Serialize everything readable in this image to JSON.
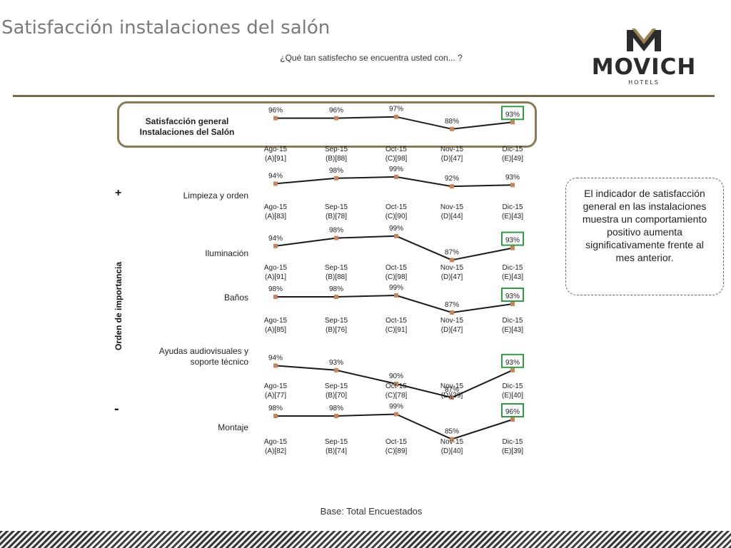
{
  "page": {
    "title": "Satisfacción instalaciones del salón",
    "subtitle": "¿Qué tan satisfecho se encuentra usted con... ?",
    "axis_label": "Orden de importancia",
    "plus": "+",
    "minus": "-",
    "callout": "El indicador de satisfacción general en las instalaciones muestra un comportamiento positivo aumenta significativamente frente al mes anterior.",
    "base_note": "Base: Total Encuestados"
  },
  "logo": {
    "brand": "MOVICH",
    "tagline": "HOTELS"
  },
  "colors": {
    "line": "#1a1a1a",
    "marker": "#c8855a",
    "highlight_box": "#2e9e3e",
    "frame": "#8b7a52",
    "rule": "#7a6a4a",
    "logo_gold": "#9a8250",
    "logo_dark": "#2b2b2b"
  },
  "chart_data": [
    {
      "type": "line",
      "title": "Satisfacción general Instalaciones del Salón",
      "categories": [
        "Ago-15",
        "Sep-15",
        "Oct-15",
        "Nov-15",
        "Dic-15"
      ],
      "base_labels": [
        "(A)[91]",
        "(B)[88]",
        "(C)[98]",
        "(D)[47]",
        "(E)[49]"
      ],
      "values": [
        96,
        96,
        97,
        88,
        93
      ],
      "value_labels": [
        "96%",
        "96%",
        "97%",
        "88%",
        "93%"
      ],
      "highlighted": [
        false,
        false,
        false,
        false,
        true
      ]
    },
    {
      "type": "line",
      "title": "Limpieza y orden",
      "categories": [
        "Ago-15",
        "Sep-15",
        "Oct-15",
        "Nov-15",
        "Dic-15"
      ],
      "base_labels": [
        "(A)[83]",
        "(B)[78]",
        "(C)[90]",
        "(D)[44]",
        "(E)[43]"
      ],
      "values": [
        94,
        98,
        99,
        92,
        93
      ],
      "value_labels": [
        "94%",
        "98%",
        "99%",
        "92%",
        "93%"
      ],
      "highlighted": [
        false,
        false,
        false,
        false,
        false
      ]
    },
    {
      "type": "line",
      "title": "Iluminación",
      "categories": [
        "Ago-15",
        "Sep-15",
        "Oct-15",
        "Nov-15",
        "Dic-15"
      ],
      "base_labels": [
        "(A)[91]",
        "(B)[88]",
        "(C)[98]",
        "(D)[47]",
        "(E)[43]"
      ],
      "values": [
        94,
        98,
        99,
        87,
        93
      ],
      "value_labels": [
        "94%",
        "98%",
        "99%",
        "87%",
        "93%"
      ],
      "highlighted": [
        false,
        false,
        false,
        false,
        true
      ]
    },
    {
      "type": "line",
      "title": "Baños",
      "categories": [
        "Ago-15",
        "Sep-15",
        "Oct-15",
        "Nov-15",
        "Dic-15"
      ],
      "base_labels": [
        "(A)[85]",
        "(B)[76]",
        "(C)[91]",
        "(D)[47]",
        "(E)[43]"
      ],
      "values": [
        98,
        98,
        99,
        87,
        93
      ],
      "value_labels": [
        "98%",
        "98%",
        "99%",
        "87%",
        "93%"
      ],
      "highlighted": [
        false,
        false,
        false,
        false,
        true
      ]
    },
    {
      "type": "line",
      "title": "Ayudas audiovisuales y soporte técnico",
      "categories": [
        "Ago-15",
        "Sep-15",
        "Oct-15",
        "Nov-15",
        "Dic-15"
      ],
      "base_labels": [
        "(A)[77]",
        "(B)[70]",
        "(C)[78]",
        "(D)[39]",
        "(E)[40]"
      ],
      "values": [
        94,
        93,
        90,
        87,
        93
      ],
      "value_labels": [
        "94%",
        "93%",
        "90%",
        "87%",
        "93%"
      ],
      "highlighted": [
        false,
        false,
        false,
        false,
        true
      ]
    },
    {
      "type": "line",
      "title": "Montaje",
      "categories": [
        "Ago-15",
        "Sep-15",
        "Oct-15",
        "Nov-15",
        "Dic-15"
      ],
      "base_labels": [
        "(A)[82]",
        "(B)[74]",
        "(C)[89]",
        "(D)[40]",
        "(E)[39]"
      ],
      "values": [
        98,
        98,
        99,
        85,
        96
      ],
      "value_labels": [
        "98%",
        "98%",
        "99%",
        "85%",
        "96%"
      ],
      "highlighted": [
        false,
        false,
        false,
        false,
        true
      ]
    }
  ]
}
